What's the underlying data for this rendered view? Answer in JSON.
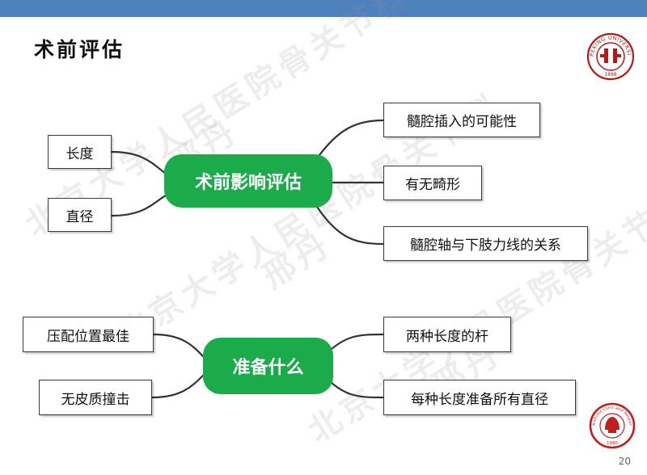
{
  "title": "术前评估",
  "watermark": {
    "line1": "北京大学人民医院骨关节科",
    "line2": "邢丹"
  },
  "map1": {
    "center": "术前影响评估",
    "left": [
      "长度",
      "直径"
    ],
    "right": [
      "髓腔插入的可能性",
      "有无畸形",
      "髓腔轴与下肢力线的关系"
    ]
  },
  "map2": {
    "center": "准备什么",
    "left": [
      "压配位置最佳",
      "无皮质撞击"
    ],
    "right": [
      "两种长度的杆",
      "每种长度准备所有直径"
    ]
  },
  "logo_top": {
    "text_ring": "PEKING UNIVERSITY",
    "year": "1898"
  },
  "logo_bottom": {
    "text_ring": "Arthritis Clinic and Research Center",
    "year": "1990"
  },
  "page_number": "20",
  "colors": {
    "topbar": "#4f81bd",
    "hub": "#1cab4b",
    "logo": "#b31b1b"
  }
}
